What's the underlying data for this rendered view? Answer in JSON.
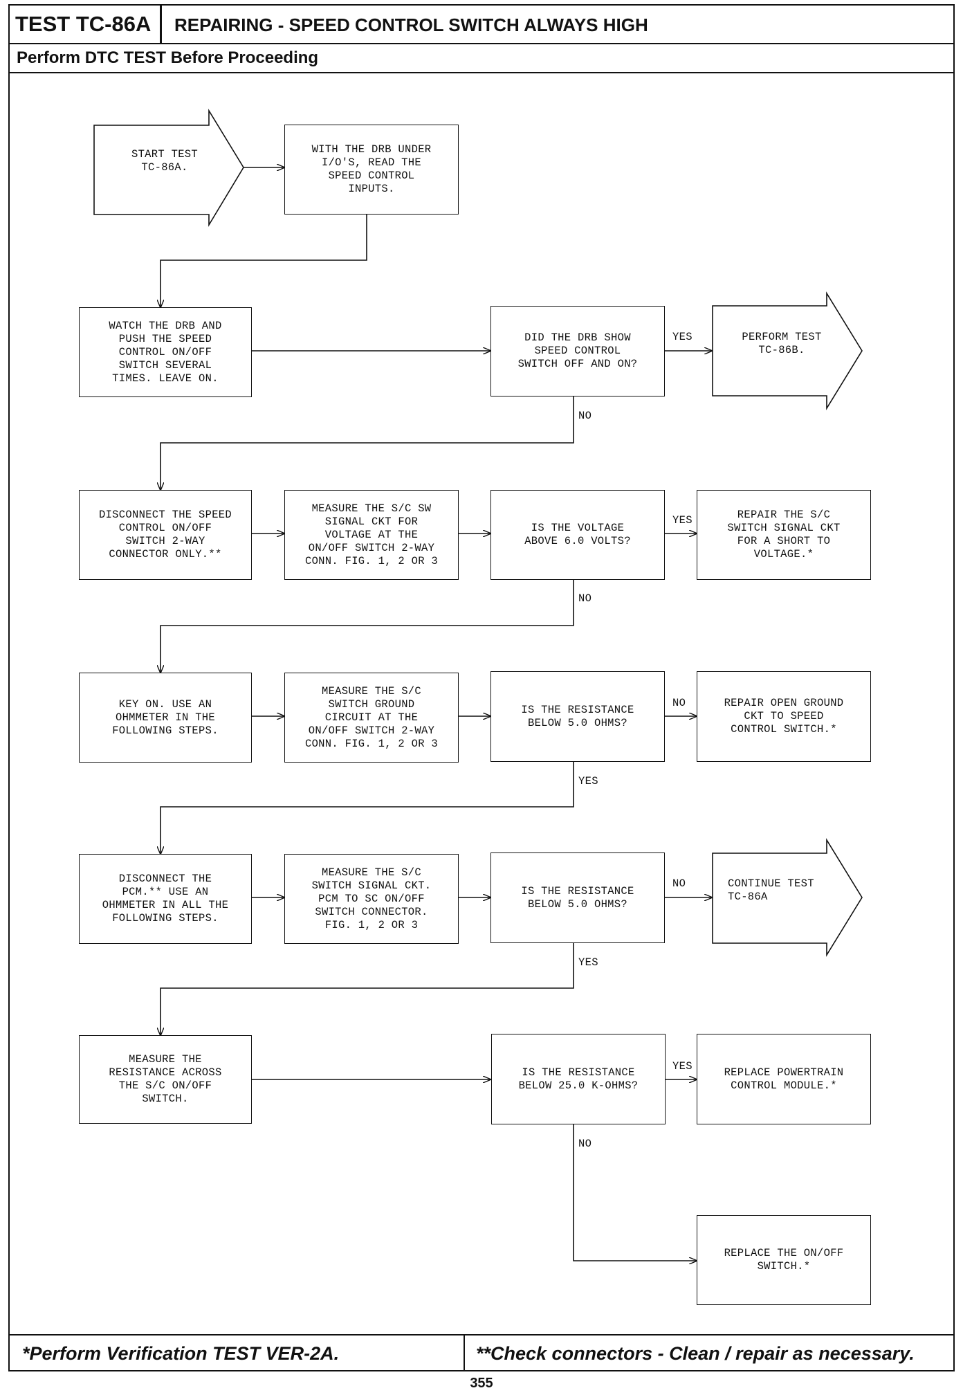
{
  "header": {
    "test_id": "TEST TC-86A",
    "title": "REPAIRING - SPEED CONTROL SWITCH ALWAYS HIGH",
    "subtitle": "Perform DTC TEST Before Proceeding"
  },
  "footer": {
    "left_note": "*Perform Verification TEST VER-2A.",
    "right_note": "**Check connectors - Clean / repair as necessary.",
    "page_number": "355"
  },
  "flow": {
    "start": "START TEST\nTC-86A.",
    "read_inputs": "WITH THE DRB UNDER\nI/O'S, READ THE\nSPEED CONTROL\nINPUTS.",
    "watch_drb": "WATCH THE DRB AND\nPUSH THE SPEED\nCONTROL ON/OFF\nSWITCH SEVERAL\nTIMES. LEAVE ON.",
    "q_drb_show": "DID THE DRB SHOW\nSPEED CONTROL\nSWITCH OFF AND ON?",
    "perform_86b": "PERFORM TEST\nTC-86B.",
    "disconnect_switch": "DISCONNECT THE SPEED\nCONTROL ON/OFF\nSWITCH 2-WAY\nCONNECTOR ONLY.**",
    "measure_signal_voltage": "MEASURE THE S/C SW\nSIGNAL CKT FOR\nVOLTAGE AT THE\nON/OFF SWITCH 2-WAY\nCONN. FIG. 1, 2 OR 3",
    "q_voltage": "IS THE VOLTAGE\nABOVE 6.0 VOLTS?",
    "repair_short": "REPAIR THE S/C\nSWITCH SIGNAL CKT\nFOR A SHORT TO\nVOLTAGE.*",
    "key_on": "KEY ON. USE AN\nOHMMETER IN THE\nFOLLOWING STEPS.",
    "measure_ground": "MEASURE THE S/C\nSWITCH GROUND\nCIRCUIT AT THE\nON/OFF SWITCH 2-WAY\nCONN. FIG. 1, 2 OR 3",
    "q_resistance_1": "IS THE RESISTANCE\nBELOW 5.0 OHMS?",
    "repair_ground": "REPAIR OPEN GROUND\nCKT TO SPEED\nCONTROL SWITCH.*",
    "disconnect_pcm": "DISCONNECT THE\nPCM.** USE AN\nOHMMETER IN ALL THE\nFOLLOWING STEPS.",
    "measure_signal_pcm": "MEASURE THE S/C\nSWITCH SIGNAL CKT.\nPCM TO SC ON/OFF\nSWITCH CONNECTOR.\nFIG. 1, 2 OR 3",
    "q_resistance_2": "IS THE RESISTANCE\nBELOW 5.0 OHMS?",
    "continue_86a": "CONTINUE TEST\nTC-86A",
    "measure_across": "MEASURE THE\nRESISTANCE ACROSS\nTHE S/C ON/OFF\nSWITCH.",
    "q_resistance_3": "IS THE RESISTANCE\nBELOW 25.0 K-OHMS?",
    "replace_pcm": "REPLACE POWERTRAIN\nCONTROL MODULE.*",
    "replace_switch": "REPLACE THE ON/OFF\nSWITCH.*"
  },
  "labels": {
    "yes": "YES",
    "no": "NO"
  }
}
